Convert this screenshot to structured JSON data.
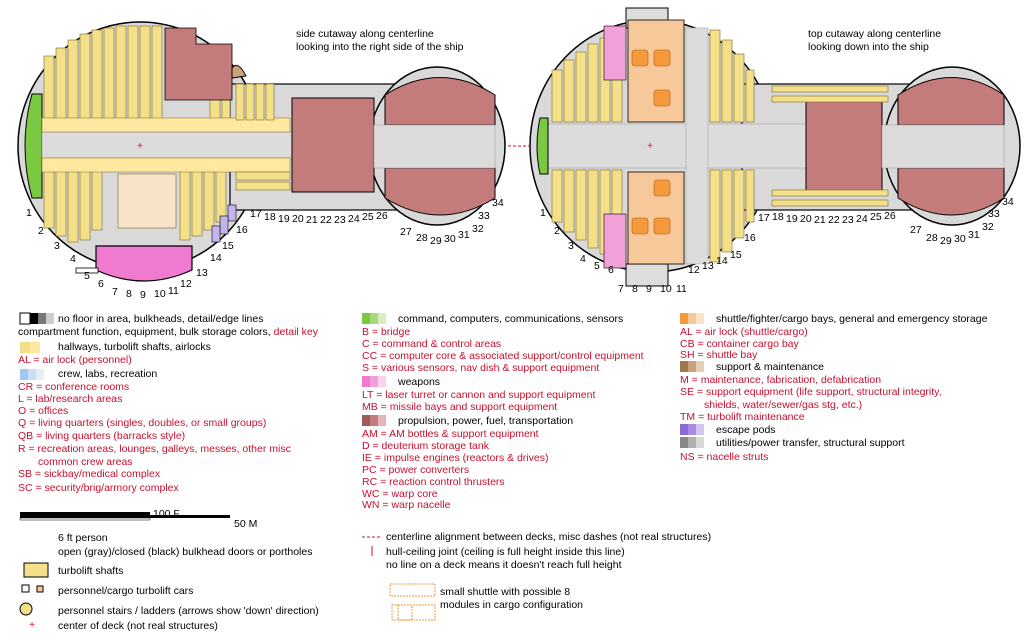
{
  "captions": {
    "side": [
      "side cutaway along centerline",
      "looking into the right side of the ship"
    ],
    "top": [
      "top cutaway along centerline",
      "looking down into the ship"
    ]
  },
  "section_numbers": [
    "1",
    "2",
    "3",
    "4",
    "5",
    "6",
    "7",
    "8",
    "9",
    "10",
    "11",
    "12",
    "13",
    "14",
    "15",
    "16",
    "17",
    "18",
    "19",
    "20",
    "21",
    "22",
    "23",
    "24",
    "25",
    "26",
    "27",
    "28",
    "29",
    "30",
    "31",
    "32",
    "33",
    "34"
  ],
  "colors": {
    "hull": "#d9d9d9",
    "outline": "#000000",
    "hallway": "#f5e08a",
    "crew": "#ffe8a0",
    "command": "#7ac943",
    "weapons": "#f2a0d8",
    "propulsion": "#c47b7b",
    "bays": "#f7c89a",
    "shuttle": "#f59a3a",
    "support": "#c8a27a",
    "escape": "#a98be3",
    "utilities": "#b0b0b0",
    "accent": "#c8102e"
  },
  "legend": {
    "col1": [
      {
        "text": "no floor in area, bulkheads, detail/edge lines",
        "style": "k"
      },
      {
        "text": "compartment function, equipment, bulk storage colors,",
        "style": "k",
        "extra": "detail key"
      },
      {
        "text": "hallways, turbolift shafts, airlocks",
        "style": "k"
      },
      {
        "text": "AL = air lock (personnel)",
        "style": "r"
      },
      {
        "text": "crew, labs, recreation",
        "style": "k"
      },
      {
        "text": "CR = conference rooms",
        "style": "r"
      },
      {
        "text": "L = lab/research areas",
        "style": "r"
      },
      {
        "text": "O = offices",
        "style": "r"
      },
      {
        "text": "Q = living quarters (singles, doubles, or small groups)",
        "style": "r"
      },
      {
        "text": "QB = living quarters (barracks style)",
        "style": "r"
      },
      {
        "text": "R = recreation areas, lounges, galleys, messes, other misc",
        "style": "r"
      },
      {
        "text": "common crew areas",
        "style": "r"
      },
      {
        "text": "SB = sickbay/medical complex",
        "style": "r"
      },
      {
        "text": "SC = security/brig/armory complex",
        "style": "r"
      }
    ],
    "col2": [
      {
        "text": "command, computers, communications, sensors",
        "style": "k"
      },
      {
        "text": "B = bridge",
        "style": "r"
      },
      {
        "text": "C = command & control areas",
        "style": "r"
      },
      {
        "text": "CC = computer core & associated support/control equipment",
        "style": "r"
      },
      {
        "text": "S = various sensors, nav dish & support equipment",
        "style": "r"
      },
      {
        "text": "weapons",
        "style": "k"
      },
      {
        "text": "LT = laser turret or cannon and support equipment",
        "style": "r"
      },
      {
        "text": "MB = missile bays and support equipment",
        "style": "r"
      },
      {
        "text": "propulsion, power, fuel, transportation",
        "style": "k"
      },
      {
        "text": "AM = AM bottles & support equipment",
        "style": "r"
      },
      {
        "text": "D = deuterium storage tank",
        "style": "r"
      },
      {
        "text": "IE = impulse engines (reactors & drives)",
        "style": "r"
      },
      {
        "text": "PC = power converters",
        "style": "r"
      },
      {
        "text": "RC = reaction control thrusters",
        "style": "r"
      },
      {
        "text": "WC = warp core",
        "style": "r"
      },
      {
        "text": "WN = warp nacelle",
        "style": "r"
      }
    ],
    "col3": [
      {
        "text": "shuttle/fighter/cargo bays, general and emergency storage",
        "style": "k"
      },
      {
        "text": "AL = air lock (shuttle/cargo)",
        "style": "r"
      },
      {
        "text": "CB = container cargo bay",
        "style": "r"
      },
      {
        "text": "SH = shuttle bay",
        "style": "r"
      },
      {
        "text": "support & maintenance",
        "style": "k"
      },
      {
        "text": "M = maintenance, fabrication, defabrication",
        "style": "r"
      },
      {
        "text": "SE = support equipment (life support, structural integrity,",
        "style": "r"
      },
      {
        "text": "shields, water/sewer/gas stg, etc.)",
        "style": "r"
      },
      {
        "text": "TM = turbolift maintenance",
        "style": "r"
      },
      {
        "text": "escape pods",
        "style": "k"
      },
      {
        "text": "utilities/power transfer, structural support",
        "style": "k"
      },
      {
        "text": "NS = nacelle struts",
        "style": "r"
      }
    ],
    "symbols": [
      "6 ft person",
      "open (gray)/closed (black) bulkhead doors or portholes",
      "turbolift shafts",
      "personnel/cargo turbolift cars",
      "personnel stairs / ladders (arrows show 'down' direction)",
      "center of deck (not real structures)"
    ],
    "misc": [
      "centerline alignment between decks, misc dashes (not real structures)",
      "hull-ceiling joint (ceiling is full height inside this line)",
      "no line on a  deck means it doesn't reach full height",
      "small shuttle with possible 8",
      "modules in cargo configuration"
    ]
  },
  "scale": {
    "ft": "100 F",
    "m": "50 M"
  }
}
